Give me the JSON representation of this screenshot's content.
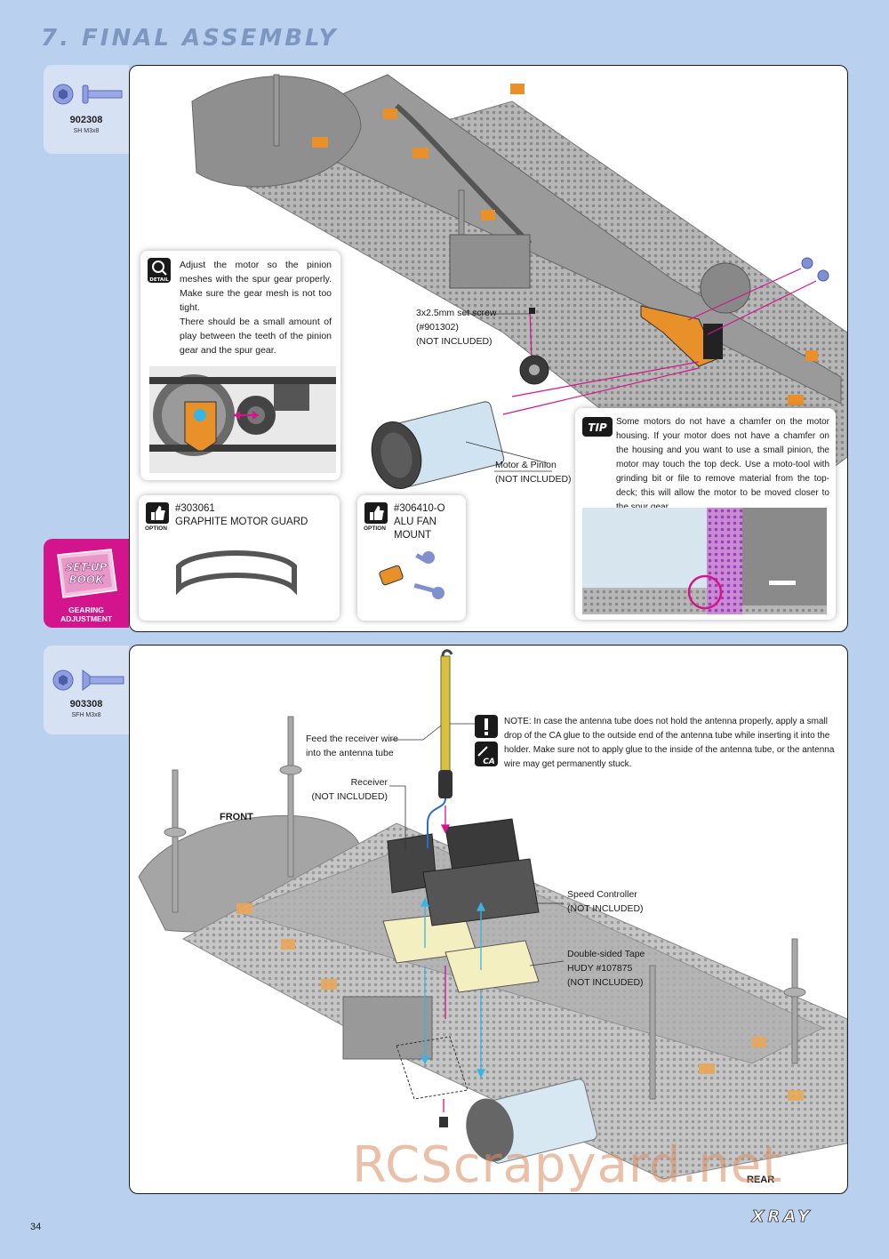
{
  "page": {
    "section_title": "7. FINAL ASSEMBLY",
    "page_number": "34",
    "watermark": "RCScrapyard.net",
    "brand": "XRAY"
  },
  "step1": {
    "hardware": {
      "code": "902308",
      "desc": "SH M3x8"
    },
    "setup_book": {
      "line1": "SET-UP",
      "line2": "BOOK",
      "label": "GEARING ADJUSTMENT"
    },
    "detail": {
      "badge": "DETAIL",
      "para1": "Adjust the motor so the pinion meshes with the spur gear properly. Make sure the gear mesh is not too tight.",
      "para2": "There should be a small amount of play between the teeth of the pinion gear and the spur gear."
    },
    "callouts": {
      "set_screw_line1": "3x2.5mm set screw",
      "set_screw_line2": "(#901302)",
      "set_screw_line3": "(NOT INCLUDED)",
      "motor_line1": "Motor & Pinion",
      "motor_line2": "(NOT INCLUDED)"
    },
    "tip": {
      "badge": "TIP",
      "text": "Some motors do not have a chamfer on the motor housing. If your motor does not have a chamfer on the housing and you want to use a small pinion, the motor may touch the top deck. Use a moto-tool with grinding bit or file to remove material from the top-deck; this will allow the motor to be moved closer to the spur gear."
    },
    "option1": {
      "word": "OPTION",
      "code": "#303061",
      "name": "GRAPHITE MOTOR GUARD"
    },
    "option2": {
      "word": "OPTION",
      "code": "#306410-O",
      "name": "ALU FAN MOUNT"
    }
  },
  "step2": {
    "hardware": {
      "code": "903308",
      "desc": "SFH M3x8"
    },
    "note": {
      "badge": "CA",
      "text": "NOTE: In case the antenna tube does not hold the antenna properly, apply a small drop of the CA glue to the outside end of the antenna tube while  inserting it into the holder. Make sure not to apply glue to the inside of the antenna tube, or the antenna wire may get permanently stuck."
    },
    "callouts": {
      "feed_line1": "Feed the receiver wire",
      "feed_line2": "into the antenna tube",
      "receiver_line1": "Receiver",
      "receiver_line2": "(NOT INCLUDED)",
      "esc_line1": "Speed Controller",
      "esc_line2": "(NOT INCLUDED)",
      "tape_line1": "Double-sided Tape",
      "tape_line2": "HUDY #107875",
      "tape_line3": "(NOT INCLUDED)",
      "front": "FRONT",
      "rear": "REAR"
    }
  },
  "colors": {
    "page_bg": "#b9d0ee",
    "accent_pink": "#d4148c",
    "hardware_blue": "#7f8fd0",
    "title_blue": "#7e97c0",
    "orange_part": "#e8902a"
  }
}
